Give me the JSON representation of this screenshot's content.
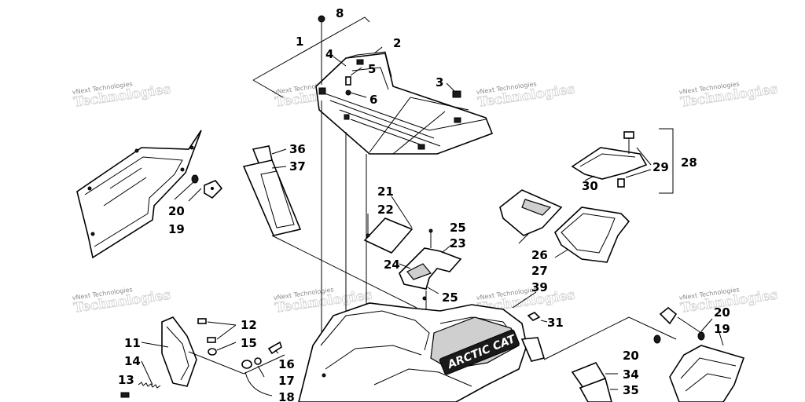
{
  "watermark": {
    "line1": "vNext Technologies",
    "line2": "Technologies"
  },
  "callouts": {
    "c1": "1",
    "c2": "2",
    "c3": "3",
    "c4": "4",
    "c5": "5",
    "c6": "6",
    "c8": "8",
    "c11": "11",
    "c12": "12",
    "c13": "13",
    "c14": "14",
    "c15": "15",
    "c16": "16",
    "c17": "17",
    "c18": "18",
    "c19a": "19",
    "c19b": "19",
    "c20a": "20",
    "c20b": "20",
    "c20c": "20",
    "c21": "21",
    "c22": "22",
    "c23": "23",
    "c24": "24",
    "c25a": "25",
    "c25b": "25",
    "c26": "26",
    "c27": "27",
    "c28": "28",
    "c29": "29",
    "c30": "30",
    "c31": "31",
    "c34": "34",
    "c35": "35",
    "c36": "36",
    "c37": "37",
    "c39": "39"
  },
  "logo": {
    "text": "ARCTIC CAT"
  }
}
